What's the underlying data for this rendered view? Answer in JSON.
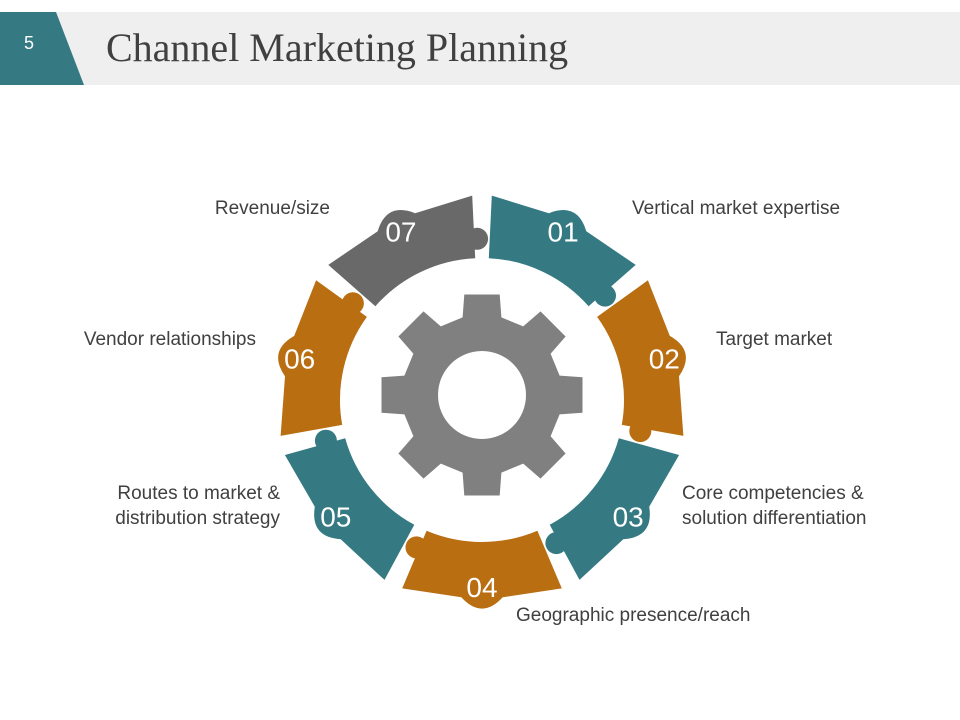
{
  "header": {
    "slide_number": "5",
    "title": "Channel Marketing Planning"
  },
  "colors": {
    "teal": "#357a82",
    "orange": "#b96e12",
    "gray": "#696969",
    "gear": "#808080",
    "header_bg": "#efefef"
  },
  "diagram": {
    "center": "gear-icon",
    "segments": [
      {
        "number": "01",
        "label": "Vertical market expertise"
      },
      {
        "number": "02",
        "label": "Target market"
      },
      {
        "number": "03",
        "label": "Core competencies &",
        "label2": "solution differentiation"
      },
      {
        "number": "04",
        "label": "Geographic presence/reach"
      },
      {
        "number": "05",
        "label": "Routes to market &",
        "label2": "distribution strategy"
      },
      {
        "number": "06",
        "label": "Vendor relationships"
      },
      {
        "number": "07",
        "label": "Revenue/size"
      }
    ]
  }
}
